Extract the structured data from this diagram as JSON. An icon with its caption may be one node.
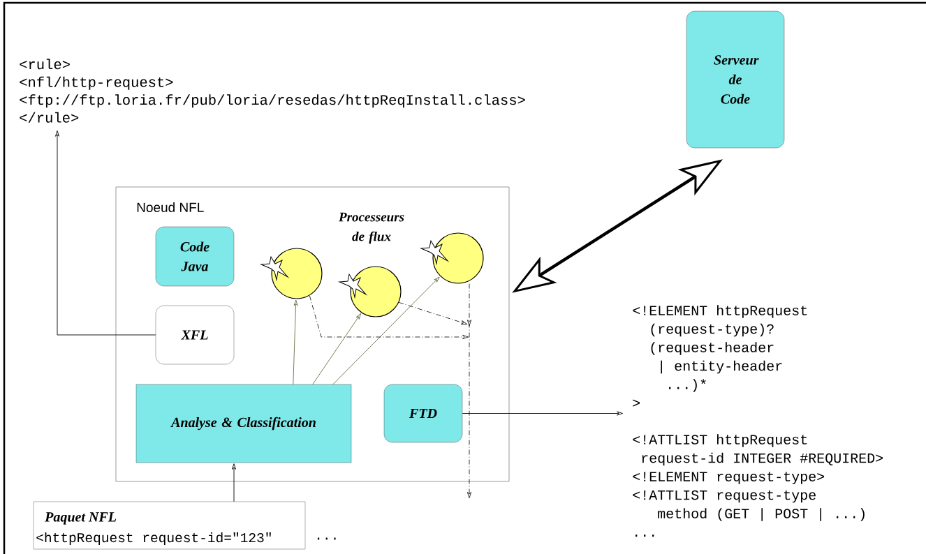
{
  "diagram": {
    "nodes": [
      {
        "text": [
          "<rule>",
          "<nfl/http-request>",
          "<ftp://ftp.loria.fr/pub/loria/resedas/httpReqInstall.class>",
          "</rule>"
        ]
      },
      {
        "text": [
          "Serveur de Code"
        ]
      },
      {
        "text": [
          "Noeud NFL"
        ]
      },
      {
        "text": [
          "Code Java"
        ],
        "in": 2
      },
      {
        "text": [
          "XFL"
        ],
        "in": 2
      },
      {
        "text": [],
        "shape": "circle",
        "in": 2
      },
      {
        "text": [],
        "shape": "circle",
        "in": 2
      },
      {
        "text": [],
        "shape": "circle",
        "in": 2
      },
      {
        "text": [
          "Analyse & Classification"
        ],
        "in": 2
      },
      {
        "text": [
          "FTD"
        ],
        "in": 2
      },
      {
        "text": [
          "<!ELEMENT httpRequest",
          "(request-type)?",
          "(request-header",
          "| entity-header",
          "...)*",
          ">",
          "<!ATTLIST httpRequest",
          "request-id INTEGER #REQUIRED>",
          "<!ELEMENT request-type>",
          "<!ATTLIST request-type",
          "method (GET | POST | ...)",
          "..."
        ]
      },
      {
        "text": [
          "Paquet NFL",
          "<httpRequest request-id=\"123\""
        ],
        "beside": [
          "..."
        ]
      }
    ],
    "edges": [
      {
        "from": 4,
        "to": 0,
        "arrow": "to"
      },
      {
        "from": 1,
        "to": 2,
        "arrow": "both",
        "style": "thick"
      },
      {
        "from": 8,
        "to": 5,
        "arrow": "to",
        "color": "#6b6b47"
      },
      {
        "from": 8,
        "to": 6,
        "arrow": "to",
        "color": "#6b6b47"
      },
      {
        "from": 8,
        "to": 7,
        "arrow": "to",
        "color": "#6b6b47"
      },
      {
        "from": 11,
        "to": 8,
        "arrow": "to"
      },
      {
        "from": 9,
        "to": 10,
        "arrow": "to"
      },
      {
        "from": 5,
        "to": null,
        "arrow": "to",
        "style": "dashed"
      },
      {
        "from": 6,
        "to": null,
        "arrow": "to",
        "style": "dashed"
      },
      {
        "from": 7,
        "to": null,
        "arrow": "to",
        "style": "dashed"
      }
    ],
    "labels": [
      "Processeurs de flux"
    ]
  }
}
